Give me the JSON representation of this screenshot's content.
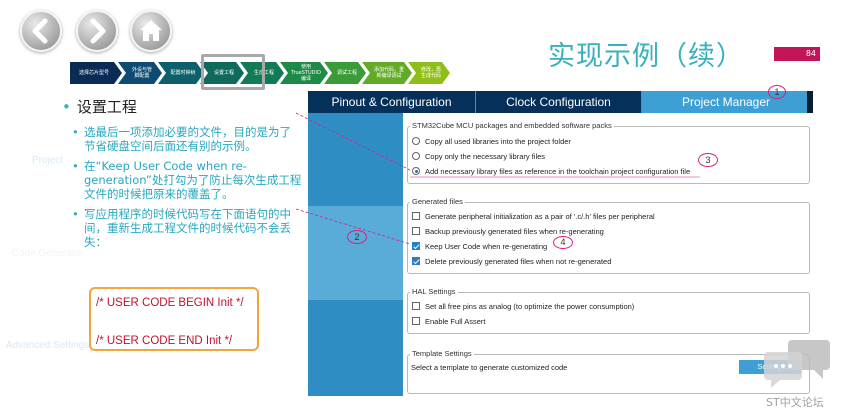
{
  "slide": {
    "title": "实现示例（续）",
    "page_number": "84"
  },
  "nav": {
    "back_icon": "chevron-left-icon",
    "forward_icon": "chevron-right-icon",
    "home_icon": "home-icon"
  },
  "steps": [
    {
      "label": "选择芯片型号",
      "color": "#0b2b57"
    },
    {
      "label": "外设与管脚配置",
      "color": "#0d4b73"
    },
    {
      "label": "配置时钟树",
      "color": "#0c5f6b"
    },
    {
      "label": "设置工程",
      "color": "#0f6a5e"
    },
    {
      "label": "生成工程",
      "color": "#127a54"
    },
    {
      "label": "使用TrueSTUDIO编译",
      "color": "#1e8a47"
    },
    {
      "label": "调试工程",
      "color": "#3a9b37"
    },
    {
      "label": "添加代码，重新编译调试",
      "color": "#62ab27"
    },
    {
      "label": "修改，再生成代码",
      "color": "#8fbe1a"
    }
  ],
  "bullets": {
    "heading": "设置工程",
    "items": [
      "选最后一项添加必要的文件，目的是为了节省硬盘空间后面还有别的示例。",
      "在“Keep User Code when re-generation”处打勾为了防止每次生成工程文件的时候把原来的覆盖了。",
      "写应用程序的时候代码写在下面语句的中间，重新生成工程文件的时候代码不会丢失："
    ],
    "code_begin": "/* USER CODE BEGIN Init */",
    "code_end": "/* USER CODE END Init */"
  },
  "tabs": [
    {
      "label": "Pinout & Configuration"
    },
    {
      "label": "Clock Configuration"
    },
    {
      "label": "Project Manager"
    }
  ],
  "sidebar": [
    {
      "label": "Project"
    },
    {
      "label": "Code Generator"
    },
    {
      "label": "Advanced Settings"
    }
  ],
  "groups": {
    "packages": {
      "title": "STM32Cube MCU packages and embedded software packs",
      "options": [
        {
          "label": "Copy all used libraries into the project folder",
          "selected": false
        },
        {
          "label": "Copy only the necessary library files",
          "selected": false
        },
        {
          "label": "Add necessary library files as reference in the toolchain project configuration file",
          "selected": true
        }
      ]
    },
    "generated": {
      "title": "Generated files",
      "options": [
        {
          "label": "Generate peripheral initialization as a pair of '.c/.h' files per peripheral",
          "checked": false
        },
        {
          "label": "Backup previously generated files when re-generating",
          "checked": false
        },
        {
          "label": "Keep User Code when re-generating",
          "checked": true
        },
        {
          "label": "Delete previously generated files when not re-generated",
          "checked": true
        }
      ]
    },
    "hal": {
      "title": "HAL Settings",
      "options": [
        {
          "label": "Set all free pins as analog (to optimize the power consumption)",
          "checked": false
        },
        {
          "label": "Enable Full Assert",
          "checked": false
        }
      ]
    },
    "template": {
      "title": "Template Settings",
      "description": "Select a template to generate customized code",
      "button": "Settings..."
    }
  },
  "annotations": [
    "1",
    "2",
    "3",
    "4"
  ],
  "watermark": {
    "text": "ST中文论坛",
    "icon": "chat-bubble-icon"
  },
  "colors": {
    "title": "#39b0c0",
    "page_badge": "#c3145a",
    "tab_bar": "#04305a",
    "tab_active": "#3d9fd3",
    "sidebar": "#2e8ec3",
    "annotation": "#d6217f",
    "code_text": "#c0122d"
  }
}
